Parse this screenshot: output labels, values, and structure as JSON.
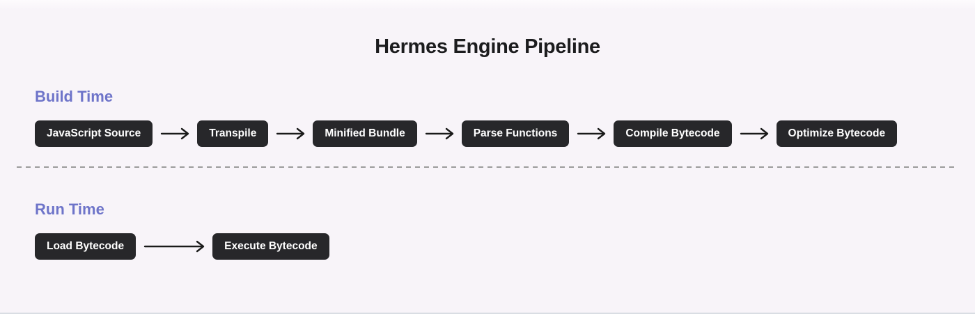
{
  "title": "Hermes Engine Pipeline",
  "sections": [
    {
      "id": "build-time",
      "label": "Build Time",
      "nodes": [
        "JavaScript Source",
        "Transpile",
        "Minified Bundle",
        "Parse Functions",
        "Compile Bytecode",
        "Optimize Bytecode"
      ]
    },
    {
      "id": "run-time",
      "label": "Run Time",
      "nodes": [
        "Load Bytecode",
        "Execute Bytecode"
      ]
    }
  ],
  "icons": {
    "connector": "right-arrow-icon"
  },
  "colors": {
    "background": "#f8f4f9",
    "background_top": "#fdfbfd",
    "node_background": "#27272a",
    "node_text": "#ffffff",
    "section_label": "#6e74c9",
    "arrow": "#1a1a1a",
    "divider": "#9b9b9b",
    "title_text": "#1c1c1e",
    "bottom_border": "#d9dde3"
  }
}
